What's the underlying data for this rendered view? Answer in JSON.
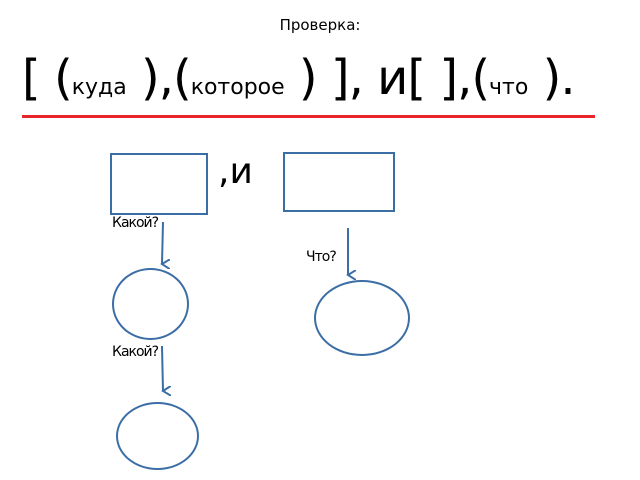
{
  "title": "Проверка:",
  "formula": {
    "p1": "[ (",
    "w1": "куда",
    "p2": " ),(",
    "w2": "которое",
    "p3": " ) ], и[ ],(",
    "w3": "что",
    "p4": " )."
  },
  "diagram": {
    "conjunction": ",и",
    "question_left_1": "Какой?",
    "question_left_2": "Какой?",
    "question_right": "Что?"
  },
  "colors": {
    "shape_stroke": "#3b6ea5",
    "rule": "#e8262a"
  }
}
